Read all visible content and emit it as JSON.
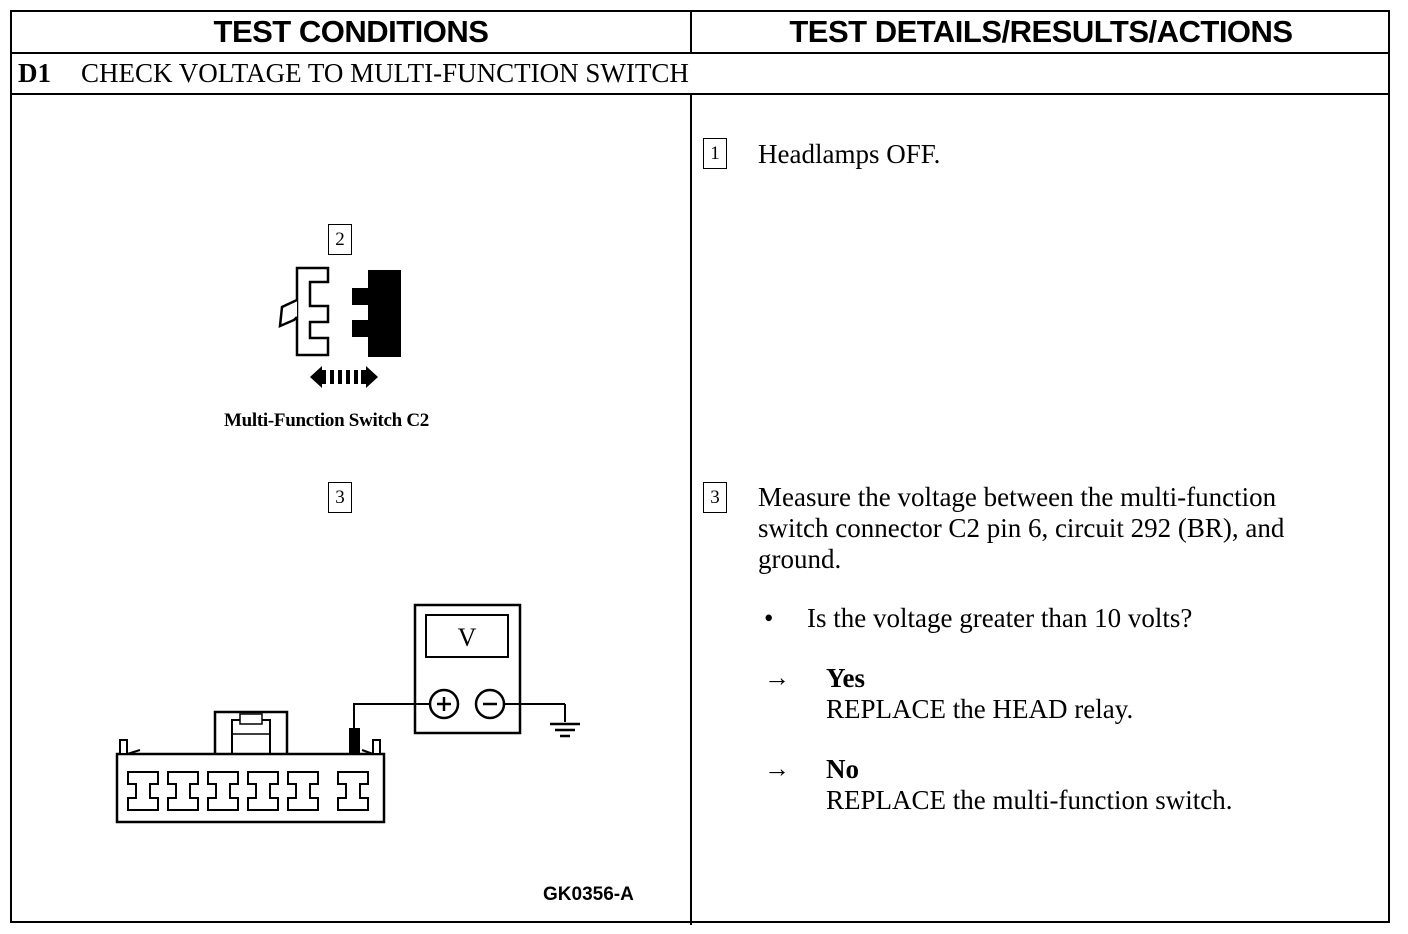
{
  "headers": {
    "left": "TEST CONDITIONS",
    "right": "TEST DETAILS/RESULTS/ACTIONS"
  },
  "step": {
    "id": "D1",
    "title": "CHECK VOLTAGE TO MULTI-FUNCTION SWITCH"
  },
  "figure": {
    "callout_2": "2",
    "callout_3": "3",
    "connector_label": "Multi-Function Switch C2",
    "meter_label": "V",
    "figure_id": "GK0356-A"
  },
  "actions": [
    {
      "number": "1",
      "text": "Headlamps OFF."
    },
    {
      "number": "3",
      "text_lines": [
        "Measure the voltage between the multi-function",
        "switch connector C2 pin 6, circuit 292 (BR), and",
        "ground."
      ],
      "question": "Is the voltage greater than 10 volts?",
      "results": [
        {
          "answer": "Yes",
          "action": "REPLACE the HEAD relay."
        },
        {
          "answer": "No",
          "action": "REPLACE the multi-function switch."
        }
      ]
    }
  ],
  "glyphs": {
    "bullet": "•",
    "arrow": "→"
  }
}
